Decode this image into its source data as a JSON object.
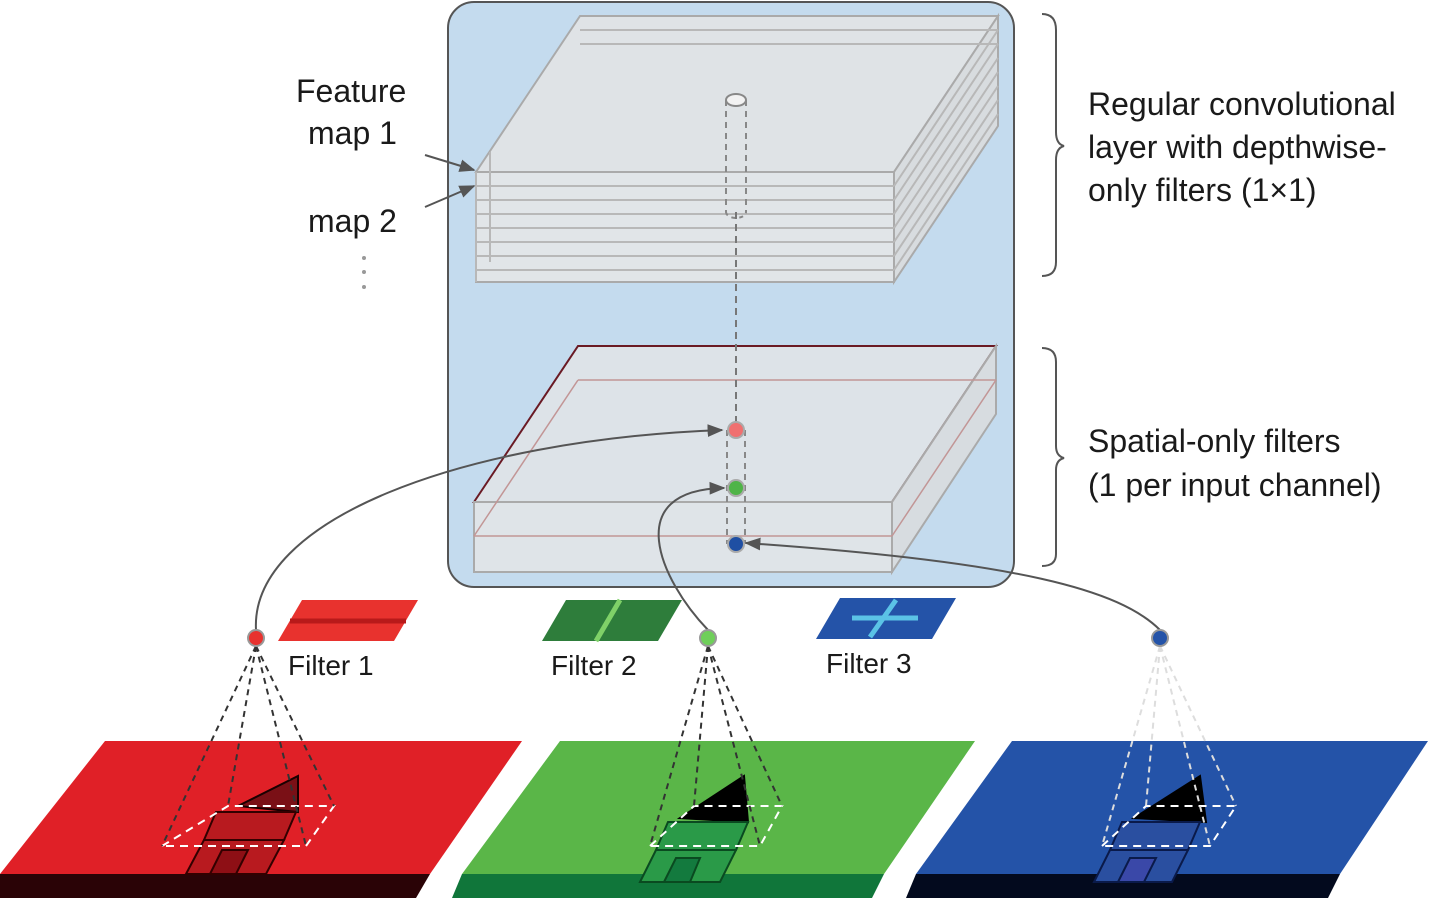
{
  "labels": {
    "feature_map_line1": "Feature",
    "feature_map_line2": "map 1",
    "map2": "map 2",
    "dots": "⋮",
    "regular_line1": "Regular convolutional",
    "regular_line2": "layer with depthwise-",
    "regular_line3": "only filters (1×1)",
    "spatial_line1": "Spatial-only filters",
    "spatial_line2": "(1 per input channel)",
    "filter1": "Filter 1",
    "filter2": "Filter 2",
    "filter3": "Filter 3"
  },
  "colors": {
    "panel_bg": "#c4dbee",
    "red": "#e02027",
    "red_dark": "#2a0306",
    "green": "#5ab648",
    "green_dark": "#10763a",
    "blue": "#2453a8",
    "blue_dark": "#030a1e",
    "filter1": "#e8322e",
    "filter2": "#2e7d3b",
    "filter3": "#2453a8",
    "layer_fill": "#e4e4e4",
    "layer_edge": "#a9a9a9"
  },
  "icons": {
    "bracket_top": "curly-brace-icon",
    "bracket_bottom": "curly-brace-icon"
  }
}
